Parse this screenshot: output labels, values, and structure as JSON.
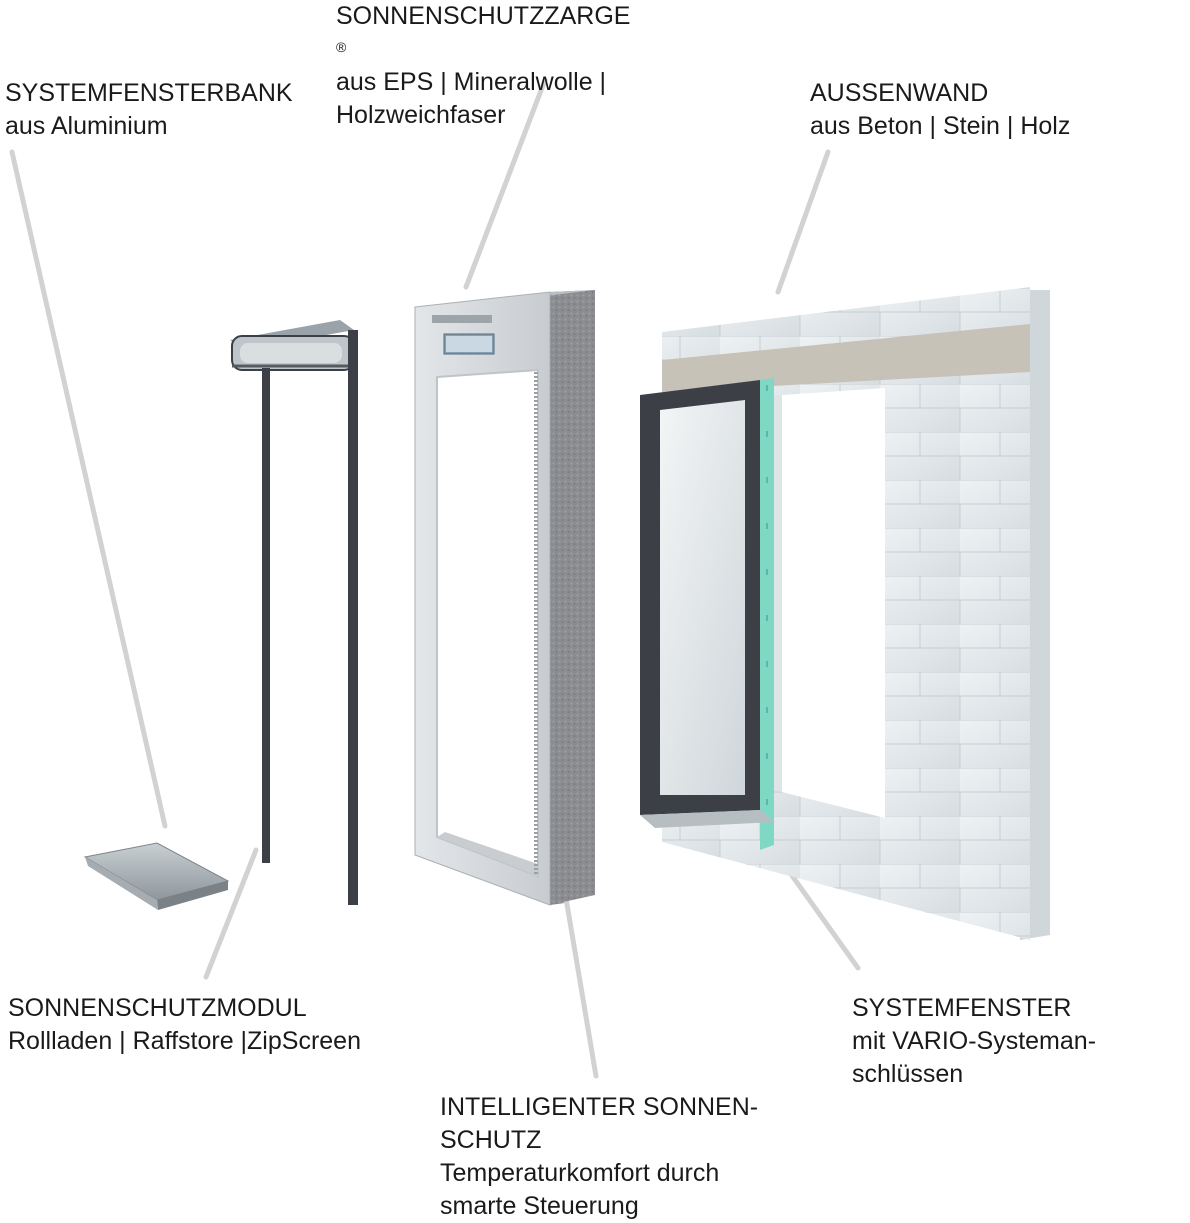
{
  "labels": {
    "zarge": {
      "title": "SONNENSCHUTZZARGE",
      "title_mark": "®",
      "line2": "aus EPS | Mineralwolle |",
      "line3": "Holzweichfaser"
    },
    "fensterbank": {
      "title": "SYSTEMFENSTERBANK",
      "line2": "aus Aluminium"
    },
    "aussenwand": {
      "title": "AUSSENWAND",
      "line2": "aus Beton | Stein | Holz"
    },
    "modul": {
      "title": "SONNENSCHUTZMODUL",
      "line2": "Rollladen | Raffstore |ZipScreen"
    },
    "fenster": {
      "title": "SYSTEMFENSTER",
      "line2": "mit VARIO-Systeman-",
      "line3": "schlüssen"
    },
    "intelligent": {
      "title": "INTELLIGENTER SONNEN-",
      "title2": "SCHUTZ",
      "line3": "Temperaturkomfort durch",
      "line4": "smarte Steuerung"
    }
  },
  "colors": {
    "leader": "#d2d2d2",
    "frame_dark": "#3c4046",
    "insulation": "#8e9094",
    "zarge_face": "#d9dde1",
    "wall": "#e4e9ec",
    "wall_lintel": "#c7c2b8",
    "seal": "#7fd8c4"
  }
}
